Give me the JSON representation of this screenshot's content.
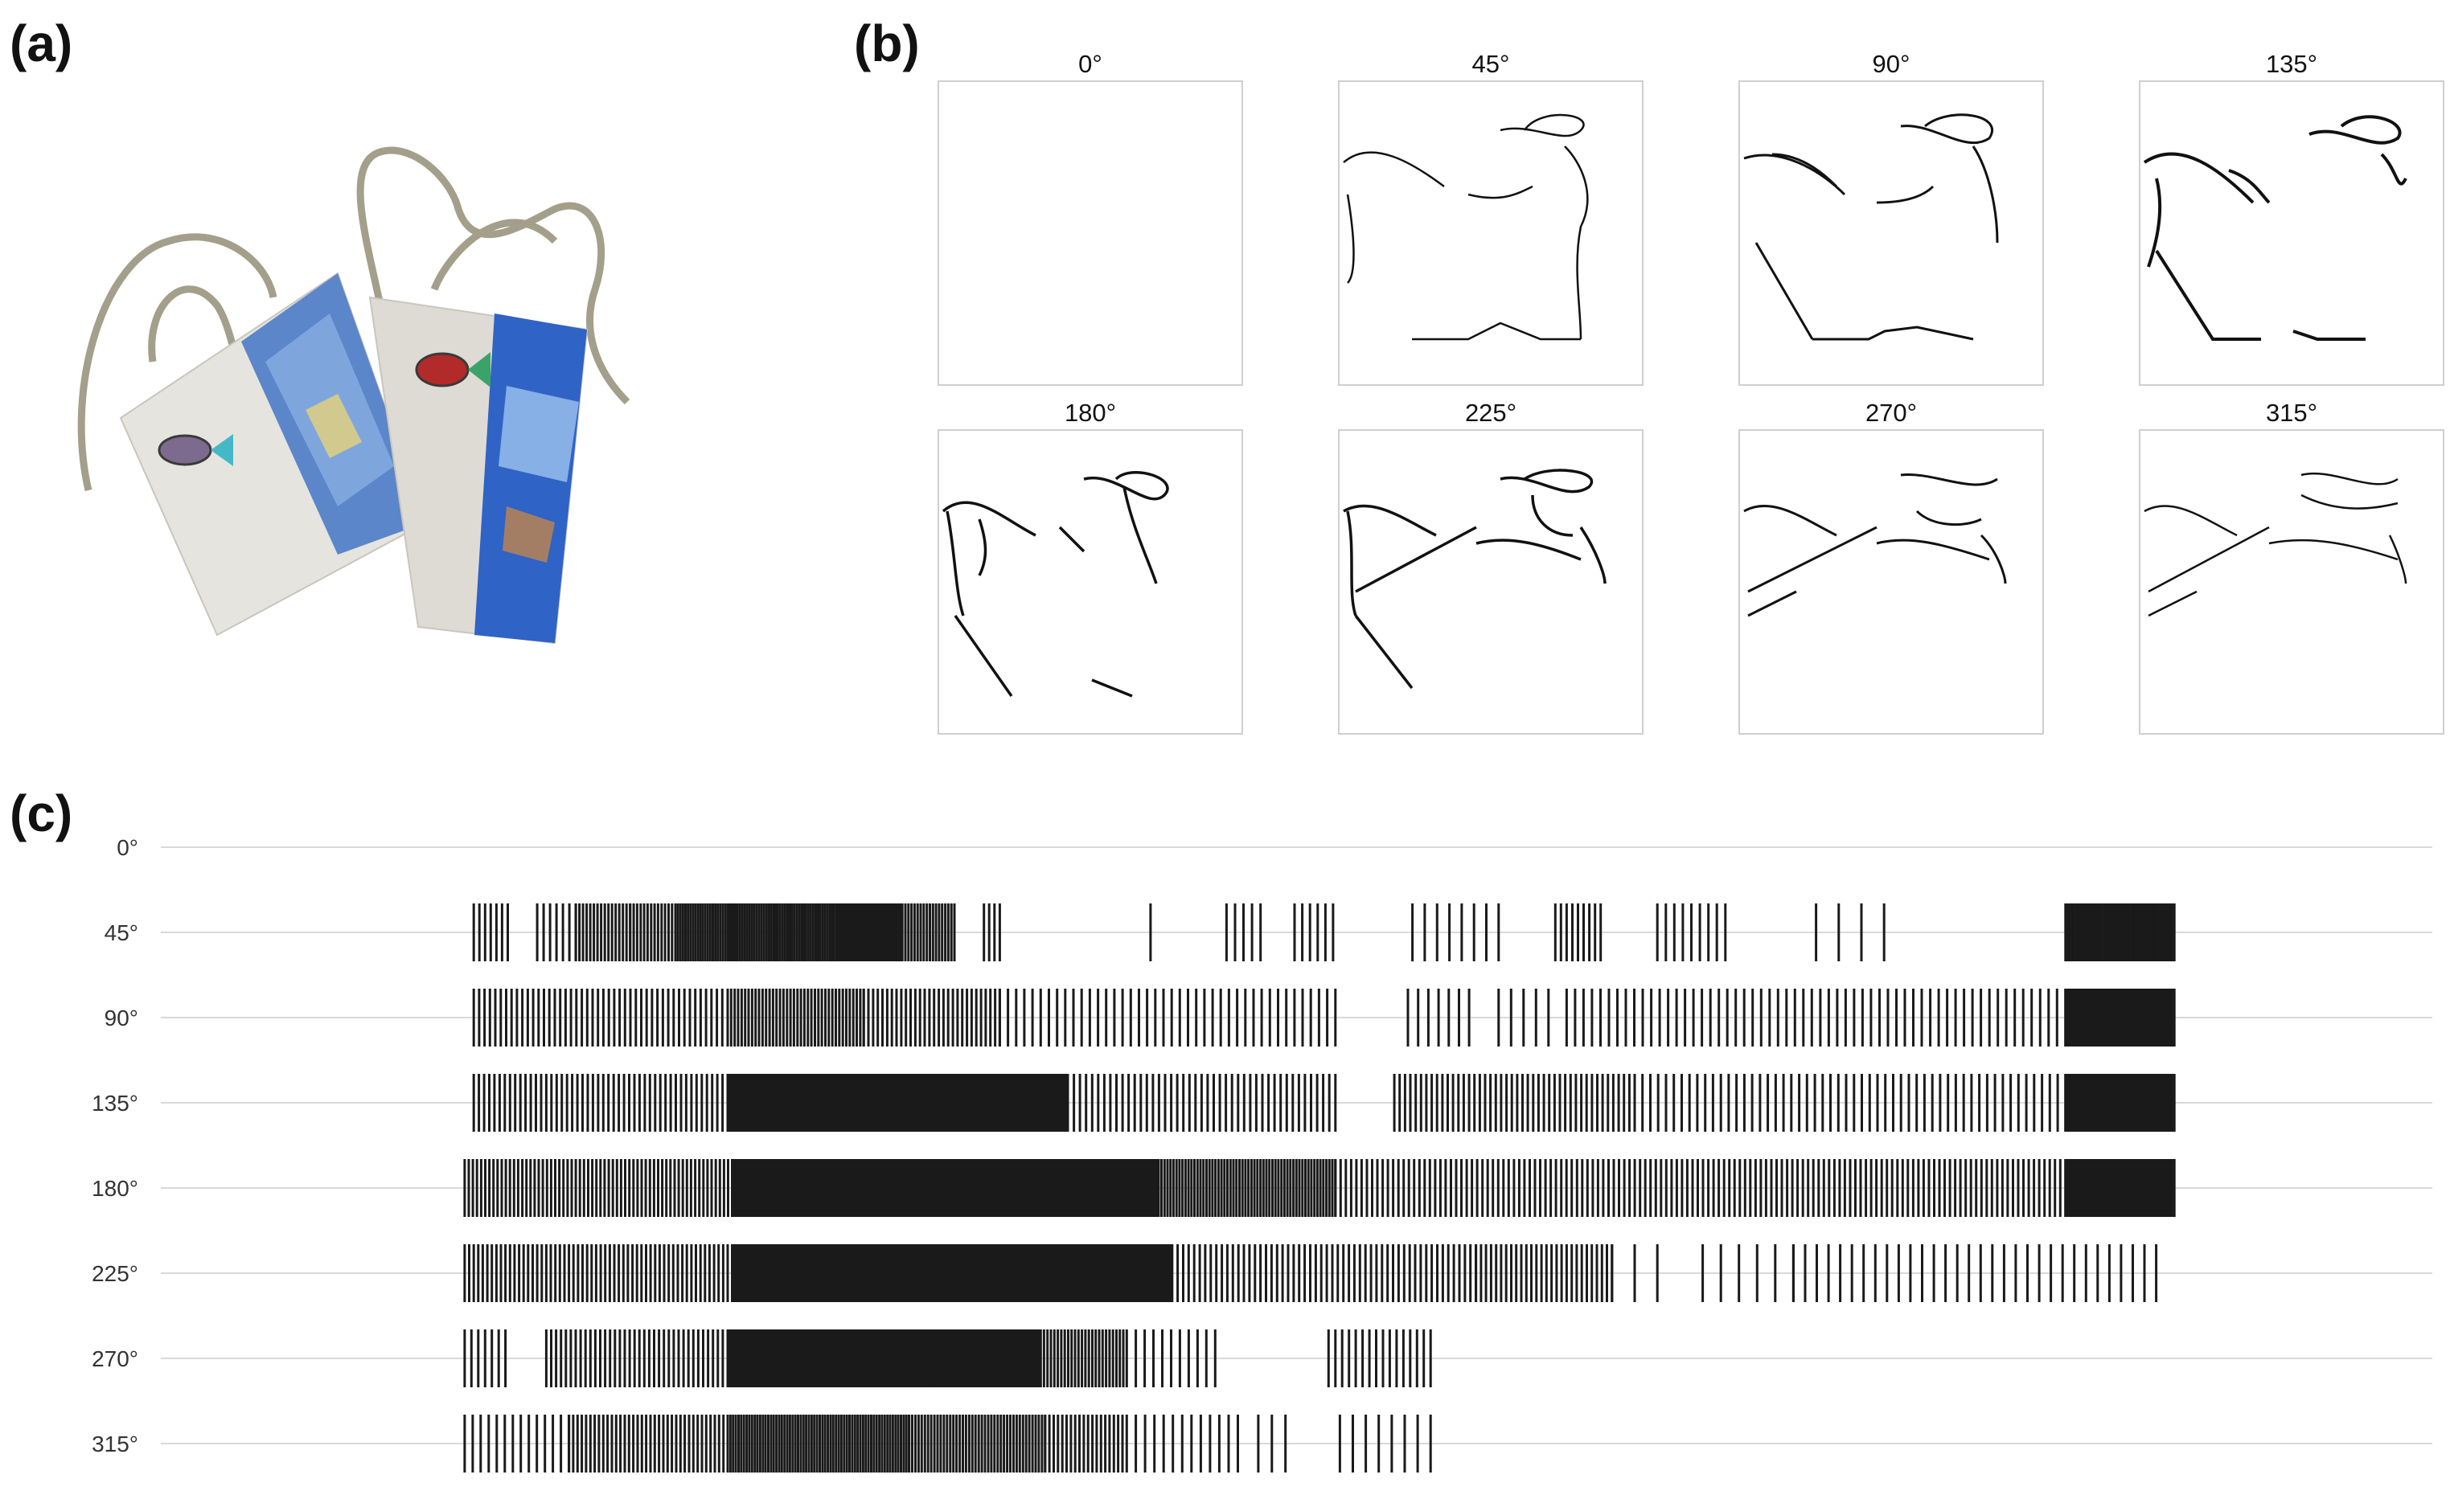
{
  "panels": {
    "a": {
      "label": "(a)"
    },
    "b": {
      "label": "(b)"
    },
    "c": {
      "label": "(c)"
    }
  },
  "edge_maps": [
    {
      "title": "0°"
    },
    {
      "title": "45°"
    },
    {
      "title": "90°"
    },
    {
      "title": "135°"
    },
    {
      "title": "180°"
    },
    {
      "title": "225°"
    },
    {
      "title": "270°"
    },
    {
      "title": "315°"
    }
  ],
  "chart_data": {
    "type": "scatter",
    "title": "",
    "xlabel": "",
    "ylabel": "",
    "grid": true,
    "rows": [
      "0°",
      "45°",
      "90°",
      "135°",
      "180°",
      "225°",
      "270°",
      "315°"
    ],
    "x_range": [
      0,
      1
    ],
    "segments": [
      [],
      [
        [
          0.138,
          0.153,
          7
        ],
        [
          0.166,
          0.183,
          7
        ],
        [
          0.183,
          0.207,
          16
        ],
        [
          0.207,
          0.227,
          14
        ],
        [
          0.227,
          0.25,
          22
        ],
        [
          0.25,
          0.268,
          18
        ],
        [
          0.268,
          0.298,
          30
        ],
        [
          0.298,
          0.327,
          34
        ],
        [
          0.327,
          0.35,
          18
        ],
        [
          0.363,
          0.37,
          4
        ],
        [
          0.433,
          0.44,
          1
        ],
        [
          0.47,
          0.485,
          5
        ],
        [
          0.5,
          0.517,
          6
        ],
        [
          0.552,
          0.59,
          8
        ],
        [
          0.615,
          0.635,
          9
        ],
        [
          0.66,
          0.69,
          9
        ],
        [
          0.73,
          0.76,
          4
        ],
        [
          0.84,
          0.888,
          52
        ]
      ],
      [
        [
          0.138,
          0.25,
          48
        ],
        [
          0.25,
          0.31,
          40
        ],
        [
          0.31,
          0.37,
          30
        ],
        [
          0.37,
          0.518,
          42
        ],
        [
          0.55,
          0.577,
          7
        ],
        [
          0.59,
          0.612,
          5
        ],
        [
          0.62,
          0.84,
          60
        ],
        [
          0.84,
          0.888,
          60
        ]
      ],
      [
        [
          0.138,
          0.25,
          50
        ],
        [
          0.25,
          0.31,
          96
        ],
        [
          0.31,
          0.4,
          120
        ],
        [
          0.4,
          0.518,
          45
        ],
        [
          0.544,
          0.65,
          46
        ],
        [
          0.65,
          0.84,
          56
        ],
        [
          0.84,
          0.888,
          60
        ]
      ],
      [
        [
          0.134,
          0.252,
          66
        ],
        [
          0.252,
          0.31,
          96
        ],
        [
          0.31,
          0.44,
          180
        ],
        [
          0.44,
          0.518,
          60
        ],
        [
          0.518,
          0.84,
          140
        ],
        [
          0.84,
          0.888,
          60
        ]
      ],
      [
        [
          0.134,
          0.252,
          60
        ],
        [
          0.252,
          0.31,
          100
        ],
        [
          0.31,
          0.446,
          170
        ],
        [
          0.446,
          0.58,
          56
        ],
        [
          0.58,
          0.64,
          28
        ],
        [
          0.64,
          0.66,
          3
        ],
        [
          0.68,
          0.72,
          6
        ],
        [
          0.72,
          0.88,
          32
        ]
      ],
      [
        [
          0.134,
          0.152,
          7
        ],
        [
          0.17,
          0.25,
          38
        ],
        [
          0.25,
          0.34,
          110
        ],
        [
          0.34,
          0.388,
          56
        ],
        [
          0.388,
          0.426,
          26
        ],
        [
          0.43,
          0.465,
          10
        ],
        [
          0.515,
          0.56,
          16
        ]
      ],
      [
        [
          0.134,
          0.18,
          14
        ],
        [
          0.18,
          0.25,
          38
        ],
        [
          0.25,
          0.33,
          68
        ],
        [
          0.33,
          0.39,
          44
        ],
        [
          0.39,
          0.426,
          20
        ],
        [
          0.43,
          0.475,
          12
        ],
        [
          0.484,
          0.496,
          3
        ],
        [
          0.52,
          0.56,
          8
        ]
      ]
    ]
  }
}
